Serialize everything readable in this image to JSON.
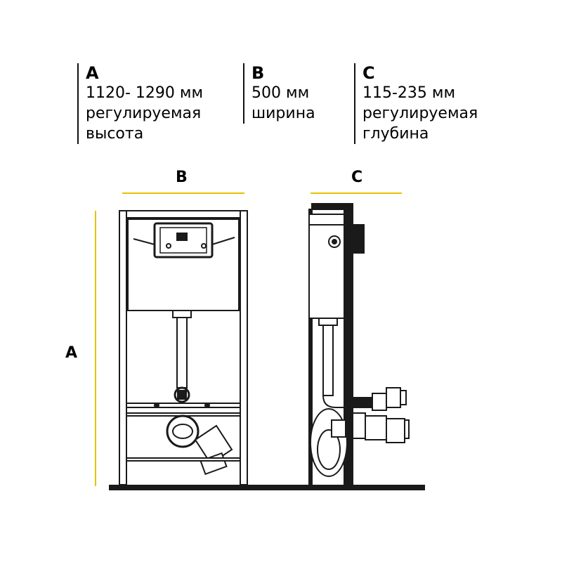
{
  "specs": [
    {
      "letter": "A",
      "line1": "1120- 1290 мм",
      "line2": "регулируемая",
      "line3": "высота"
    },
    {
      "letter": "B",
      "line1": "500 мм",
      "line2": "ширина"
    },
    {
      "letter": "C",
      "line1": "115-235 мм",
      "line2": "регулируемая",
      "line3": "глубина"
    }
  ],
  "dimension_labels": {
    "a": "A",
    "b": "B",
    "c": "C"
  },
  "colors": {
    "dimension_line": "#e6c200",
    "outline": "#1a1a1a",
    "background": "#ffffff"
  }
}
